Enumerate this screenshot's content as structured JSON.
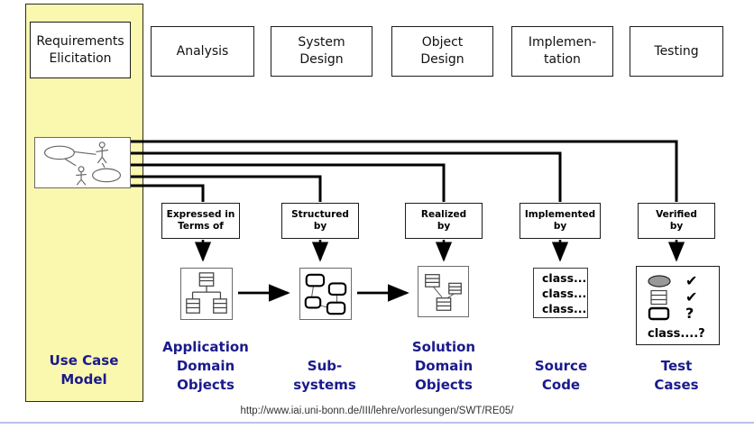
{
  "phases": [
    {
      "label": "Requirements\nElicitation"
    },
    {
      "label": "Analysis"
    },
    {
      "label": "System\nDesign"
    },
    {
      "label": "Object\nDesign"
    },
    {
      "label": "Implemen-\ntation"
    },
    {
      "label": "Testing"
    }
  ],
  "relations": [
    {
      "label": "Expressed in\nTerms of"
    },
    {
      "label": "Structured\nby"
    },
    {
      "label": "Realized\nby"
    },
    {
      "label": "Implemented\nby"
    },
    {
      "label": "Verified\nby"
    }
  ],
  "artifacts": [
    {
      "label": "Use Case\nModel",
      "icon": "use-case-diagram"
    },
    {
      "label": "Application\nDomain\nObjects",
      "icon": "class-hierarchy"
    },
    {
      "label": "Sub-\nsystems",
      "icon": "subsystem-components"
    },
    {
      "label": "Solution\nDomain\nObjects",
      "icon": "linked-class-objects"
    },
    {
      "label": "Source\nCode",
      "icon": "source-code-listing"
    },
    {
      "label": "Test\nCases",
      "icon": "test-checklist"
    }
  ],
  "source_code": {
    "lines": [
      "class...",
      "class...",
      "class..."
    ]
  },
  "test_cases": {
    "rows": [
      {
        "glyph": "✔"
      },
      {
        "glyph": "✔"
      },
      {
        "glyph": "?"
      }
    ],
    "class_line": "class....?"
  },
  "footer": {
    "url": "http://www.iai.uni-bonn.de/III/lehre/vorlesungen/SWT/RE05/"
  },
  "colors": {
    "highlight_yellow": "#FAF7AE",
    "label_blue": "#1A1A8C",
    "footer_rule_blue": "#B7C3EA",
    "line_black": "#000000"
  }
}
